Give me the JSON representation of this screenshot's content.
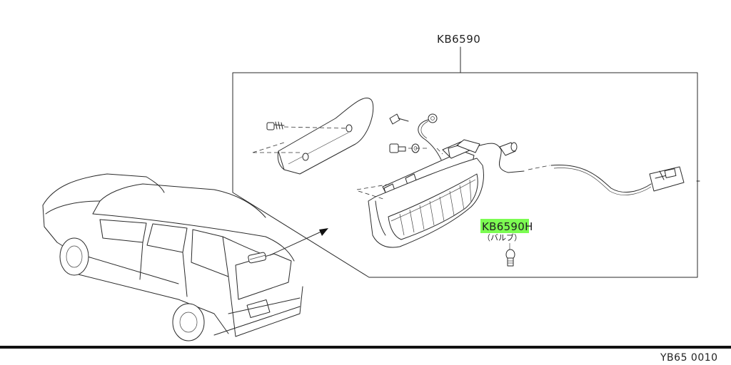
{
  "diagram": {
    "assembly_part_number": "KB6590",
    "bulb_part_number_main": "KB6590",
    "bulb_part_number_suffix": "H",
    "bulb_note": "（バルブ）",
    "drawing_code": "YB65 0010",
    "highlight_color": "#7CFC52"
  }
}
